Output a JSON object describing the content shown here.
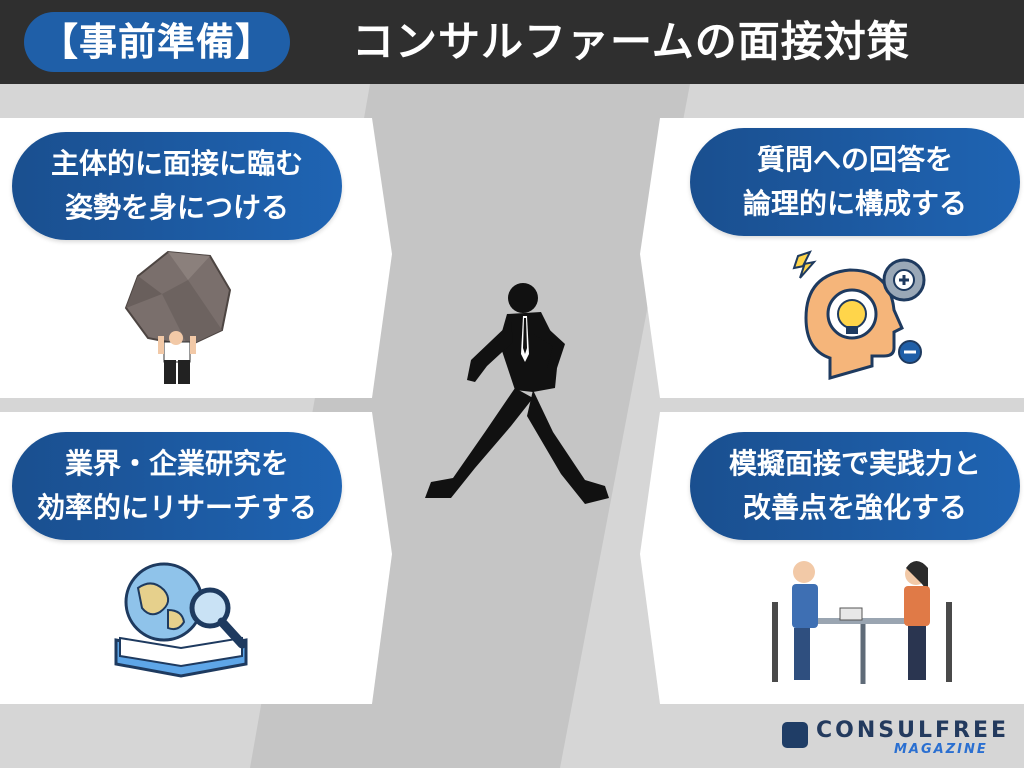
{
  "header": {
    "tag": "【事前準備】",
    "title": "コンサルファームの面接対策"
  },
  "cards": {
    "top_left": {
      "line1": "主体的に面接に臨む",
      "line2": "姿勢を身につける",
      "illustration": "person-lifting-boulder"
    },
    "bottom_left": {
      "line1": "業界・企業研究を",
      "line2": "効率的にリサーチする",
      "illustration": "globe-book-magnifier"
    },
    "top_right": {
      "line1": "質問への回答を",
      "line2": "論理的に構成する",
      "illustration": "head-gear-lightbulb"
    },
    "bottom_right": {
      "line1": "模擬面接で実践力と",
      "line2": "改善点を強化する",
      "illustration": "interview-at-table"
    }
  },
  "center": {
    "illustration": "running-businessman-silhouette"
  },
  "brand": {
    "name": "CONSULFREE",
    "sub": "MAGAZINE"
  },
  "colors": {
    "header_bg": "#2f2f2f",
    "pill": "#1f5fa8",
    "text": "#ffffff"
  }
}
